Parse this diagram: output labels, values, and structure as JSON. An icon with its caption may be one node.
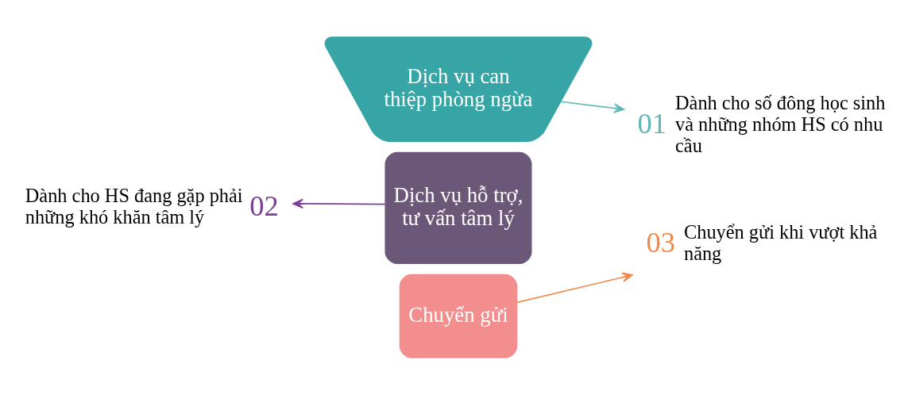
{
  "diagram": {
    "nodes": [
      {
        "text": [
          "Dịch vụ can thiệp phòng ngừa"
        ]
      },
      {
        "text": [
          "Dịch vụ hỗ trợ, tư vấn tâm lý"
        ]
      },
      {
        "text": [
          "Chuyển gửi"
        ]
      },
      {
        "text": [
          "01"
        ],
        "beside": [
          "Dành cho số đông học sinh và những nhóm HS có nhu cầu"
        ]
      },
      {
        "text": [
          "02"
        ],
        "beside": [
          "Dành cho HS đang gặp phải những khó khăn tâm lý"
        ]
      },
      {
        "text": [
          "03"
        ],
        "beside": [
          "Chuyển gửi khi vượt khả năng"
        ]
      }
    ],
    "edges": [
      {
        "from": 0,
        "to": 3,
        "arrow": "to",
        "color": "#5fb8b4"
      },
      {
        "from": 1,
        "to": 4,
        "arrow": "to",
        "color": "#7b3f95"
      },
      {
        "from": 2,
        "to": 5,
        "arrow": "to",
        "color": "#f08a4b"
      }
    ]
  }
}
